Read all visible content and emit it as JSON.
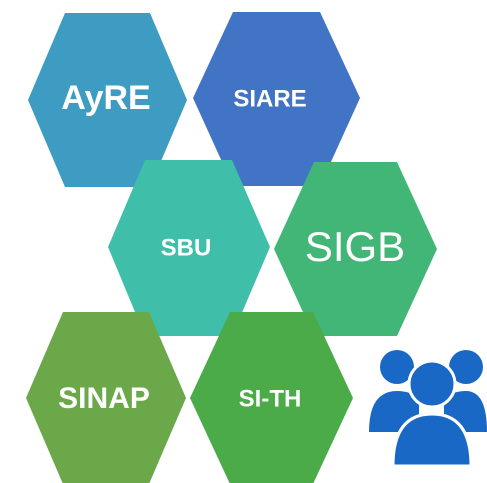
{
  "hexagons": [
    {
      "id": "ayre",
      "label": "AyRE",
      "color": "#3e9cc2"
    },
    {
      "id": "siare",
      "label": "SIARE",
      "color": "#4174c4"
    },
    {
      "id": "sbu",
      "label": "SBU",
      "color": "#3fbfa9"
    },
    {
      "id": "sigb",
      "label": "SIGB",
      "color": "#42b676"
    },
    {
      "id": "sinap",
      "label": "SINAP",
      "color": "#6aa849"
    },
    {
      "id": "sith",
      "label": "SI-TH",
      "color": "#4aab48"
    }
  ],
  "icons": {
    "users_icon": {
      "name": "users-group-icon",
      "color": "#1a68c5"
    }
  }
}
